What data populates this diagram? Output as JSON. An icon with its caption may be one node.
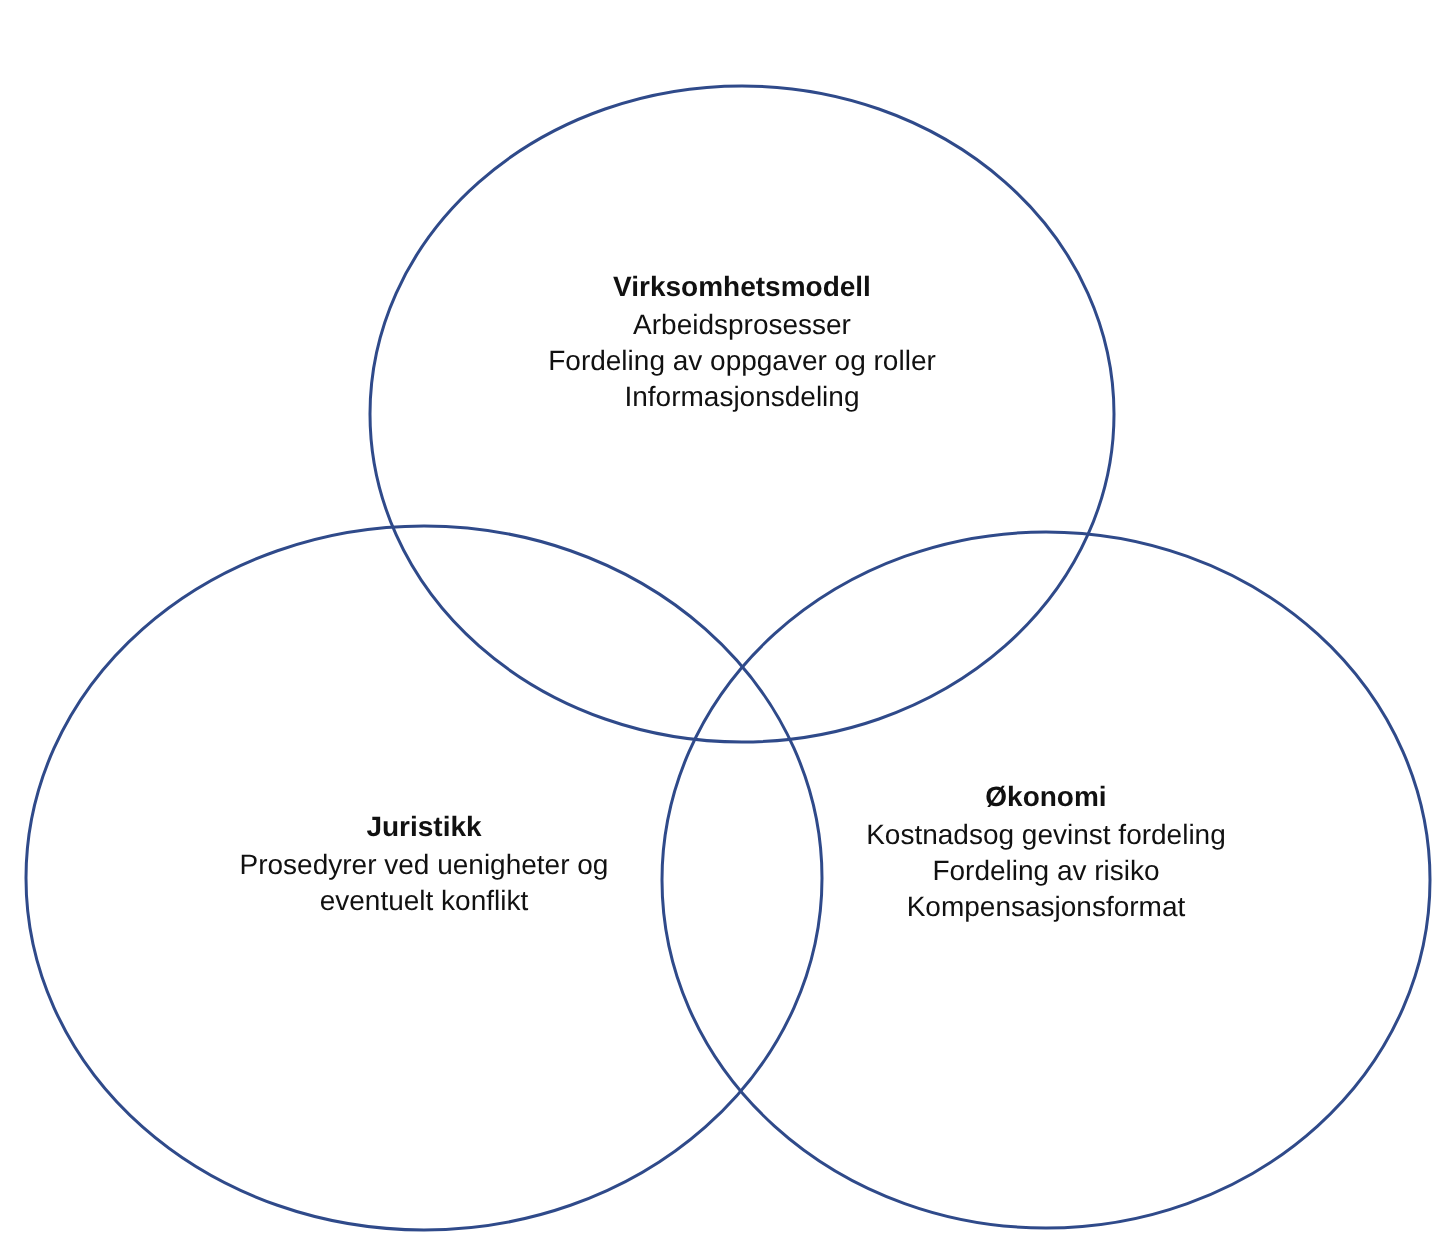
{
  "diagram": {
    "nodes": [
      {
        "text": [
          "Virksomhetsmodell",
          "Arbeidsprosesser",
          "Fordeling av oppgaver og roller",
          "Informasjonsdeling"
        ]
      },
      {
        "text": [
          "Juristikk",
          "Prosedyrer ved uenigheter og eventuelt konflikt"
        ]
      },
      {
        "text": [
          "Økonomi",
          "Kostnadsog gevinst fordeling",
          "Fordeling av risiko",
          "Kompensasjonsformat"
        ]
      }
    ]
  }
}
